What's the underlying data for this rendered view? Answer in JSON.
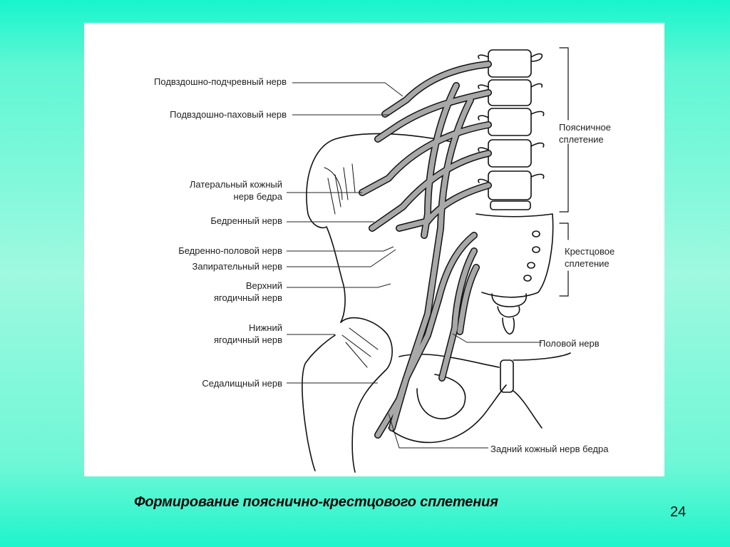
{
  "slide": {
    "caption": "Формирование пояснично-крестцового сплетения",
    "page_number": "24",
    "colors": {
      "background_top": "#17f5cd",
      "background_mid": "#9ef9e0",
      "panel": "#ffffff",
      "nerve_fill": "#a8a8a8",
      "ink": "#111111"
    }
  },
  "diagram": {
    "left_labels": [
      {
        "id": "iliohypogastric",
        "text": "Подвздошно-подчревный нерв"
      },
      {
        "id": "ilioinguinal",
        "text": "Подвздошно-паховый нерв"
      },
      {
        "id": "lateral-cutaneous-1",
        "text": "Латеральный кожный"
      },
      {
        "id": "lateral-cutaneous-2",
        "text": "нерв бедра"
      },
      {
        "id": "femoral",
        "text": "Бедренный нерв"
      },
      {
        "id": "genitofemoral",
        "text": "Бедренно-половой нерв"
      },
      {
        "id": "obturator",
        "text": "Запирательный нерв"
      },
      {
        "id": "superior-gluteal-1",
        "text": "Верхний"
      },
      {
        "id": "superior-gluteal-2",
        "text": "ягодичный нерв"
      },
      {
        "id": "inferior-gluteal-1",
        "text": "Нижний"
      },
      {
        "id": "inferior-gluteal-2",
        "text": "ягодичный нерв"
      },
      {
        "id": "sciatic",
        "text": "Седалищный нерв"
      }
    ],
    "right_labels": [
      {
        "id": "lumbar-plexus-1",
        "text": "Поясничное"
      },
      {
        "id": "lumbar-plexus-2",
        "text": "сплетение"
      },
      {
        "id": "sacral-plexus-1",
        "text": "Крестцовое"
      },
      {
        "id": "sacral-plexus-2",
        "text": "сплетение"
      },
      {
        "id": "pudendal",
        "text": "Половой нерв"
      },
      {
        "id": "posterior-cutaneous",
        "text": "Задний кожный нерв бедра"
      }
    ]
  }
}
